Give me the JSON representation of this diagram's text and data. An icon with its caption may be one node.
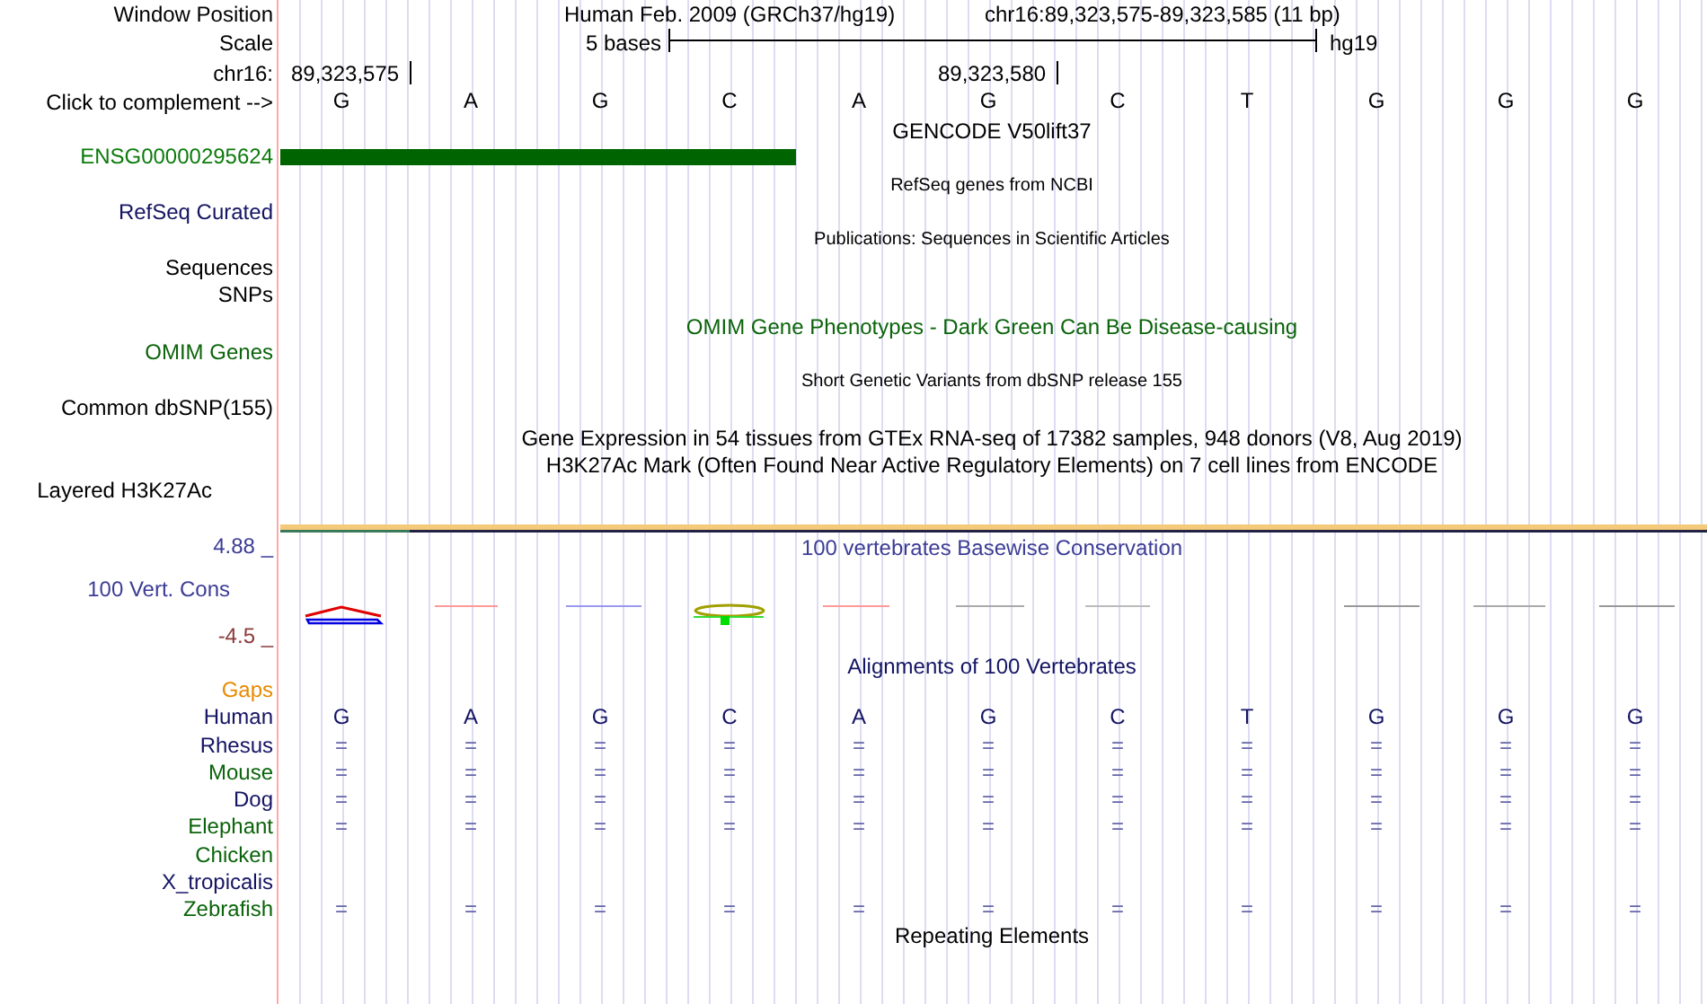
{
  "diagram": {
    "labels": [
      "Window Position",
      "Human Feb. 2009 (GRCh37/hg19)",
      "chr16:89,323,575-89,323,585 (11 bp)",
      "Scale",
      "5 bases",
      "hg19",
      "chr16:",
      "89,323,575",
      "89,323,580",
      "Click to complement -->",
      "G",
      "A",
      "G",
      "C",
      "A",
      "G",
      "C",
      "T",
      "G",
      "G",
      "G",
      "GENCODE V50lift37",
      "ENSG00000295624",
      "RefSeq genes from NCBI",
      "RefSeq Curated",
      "Publications: Sequences in Scientific Articles",
      "Sequences",
      "SNPs",
      "OMIM Gene Phenotypes - Dark Green Can Be Disease-causing",
      "OMIM Genes",
      "Short Genetic Variants from dbSNP release 155",
      "Common dbSNP(155)",
      "Gene Expression in 54 tissues from GTEx RNA-seq of 17382 samples, 948 donors (V8, Aug 2019)",
      "H3K27Ac Mark (Often Found Near Active Regulatory Elements) on 7 cell lines from ENCODE",
      "Layered H3K27Ac",
      "4.88 _",
      "100 vertebrates Basewise Conservation",
      "100 Vert. Cons",
      "-4.5 _",
      "Alignments of 100 Vertebrates",
      "Gaps",
      "Human",
      "G",
      "A",
      "G",
      "C",
      "A",
      "G",
      "C",
      "T",
      "G",
      "G",
      "G",
      "Rhesus",
      "=",
      "=",
      "=",
      "=",
      "=",
      "=",
      "=",
      "=",
      "=",
      "=",
      "=",
      "Mouse",
      "=",
      "=",
      "=",
      "=",
      "=",
      "=",
      "=",
      "=",
      "=",
      "=",
      "=",
      "Dog",
      "=",
      "=",
      "=",
      "=",
      "=",
      "=",
      "=",
      "=",
      "=",
      "=",
      "=",
      "Elephant",
      "=",
      "=",
      "=",
      "=",
      "=",
      "=",
      "=",
      "=",
      "=",
      "=",
      "=",
      "Chicken",
      "X_tropicalis",
      "Zebrafish",
      "=",
      "=",
      "=",
      "=",
      "=",
      "=",
      "=",
      "=",
      "=",
      "=",
      "=",
      "Repeating Elements"
    ]
  }
}
